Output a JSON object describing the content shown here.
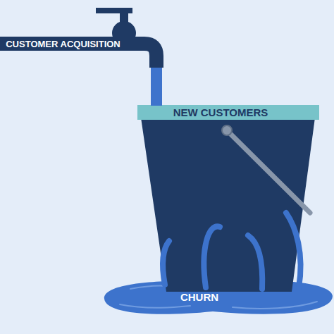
{
  "diagram": {
    "nodes": [
      {
        "text": [
          "CUSTOMER ACQUISITION"
        ]
      },
      {
        "text": [
          "NEW CUSTOMERS"
        ]
      },
      {
        "text": [
          "CHURN"
        ]
      }
    ]
  }
}
